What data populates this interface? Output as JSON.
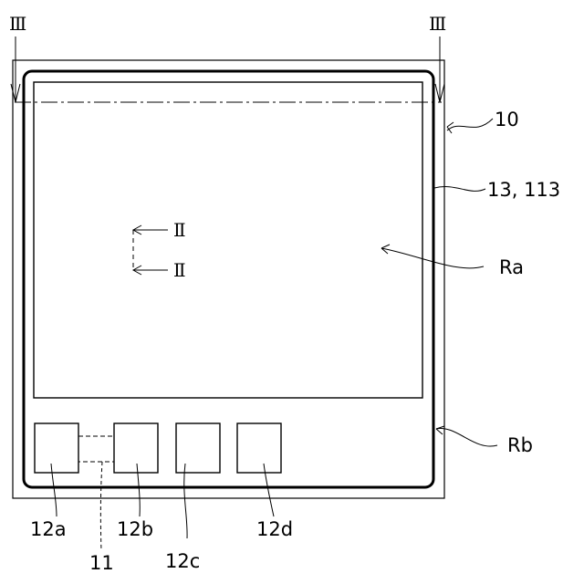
{
  "colors": {
    "ink": "#000000",
    "background": "#ffffff"
  },
  "section_marks": {
    "top_left": "Ⅲ",
    "top_right": "Ⅲ",
    "inner_upper": "Ⅱ",
    "inner_lower": "Ⅱ"
  },
  "labels": {
    "device": "10",
    "frame": "13, 113",
    "region_a": "Ra",
    "region_b": "Rb",
    "pad_a": "12a",
    "pad_b": "12b",
    "pad_c": "12c",
    "pad_d": "12d",
    "chip": "11"
  }
}
